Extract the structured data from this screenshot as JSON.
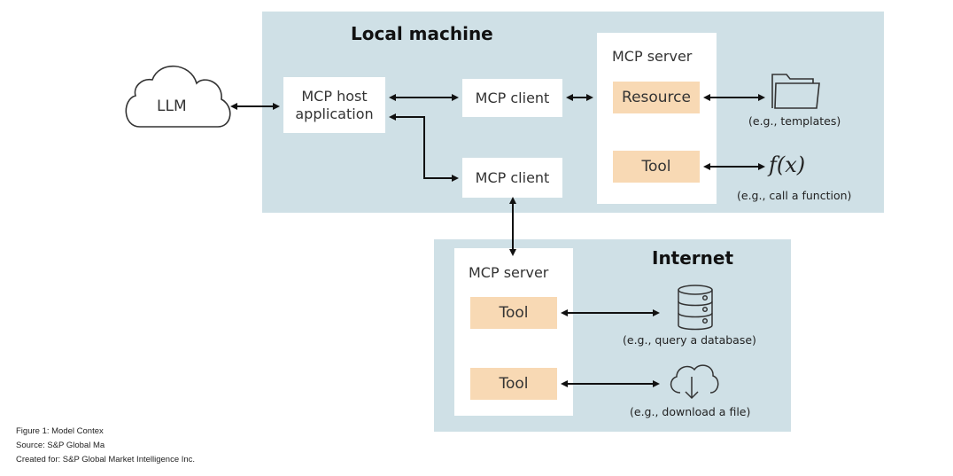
{
  "diagram": {
    "llm_label": "LLM",
    "local_machine": {
      "title": "Local machine",
      "host_app": "MCP host\napplication",
      "host_app_line1": "MCP host",
      "host_app_line2": "application",
      "client_1": "MCP client",
      "client_2": "MCP client",
      "server": {
        "title": "MCP server",
        "resource": "Resource",
        "tool": "Tool",
        "resource_caption": "(e.g., templates)",
        "tool_caption": "(e.g., call a function)",
        "tool_symbol": "f(x)"
      }
    },
    "internet": {
      "title": "Internet",
      "server": {
        "title": "MCP server",
        "tool_1": "Tool",
        "tool_2": "Tool",
        "tool_1_caption": "(e.g., query a database)",
        "tool_2_caption": "(e.g., download a file)"
      }
    },
    "icons": {
      "llm": "cloud-icon",
      "resource": "folder-icon",
      "tool_local": "function-icon",
      "tool_db": "database-icon",
      "tool_download": "cloud-download-icon"
    },
    "colors": {
      "region_bg": "#cfe0e6",
      "component_bg": "#f8d9b4",
      "box_bg": "#ffffff",
      "arrow": "#111111"
    }
  },
  "footnote": {
    "line1": "Figure 1: Model Contex",
    "line2": "Source: S&P Global Ma",
    "line3": "Created for: S&P Global Market Intelligence Inc."
  }
}
